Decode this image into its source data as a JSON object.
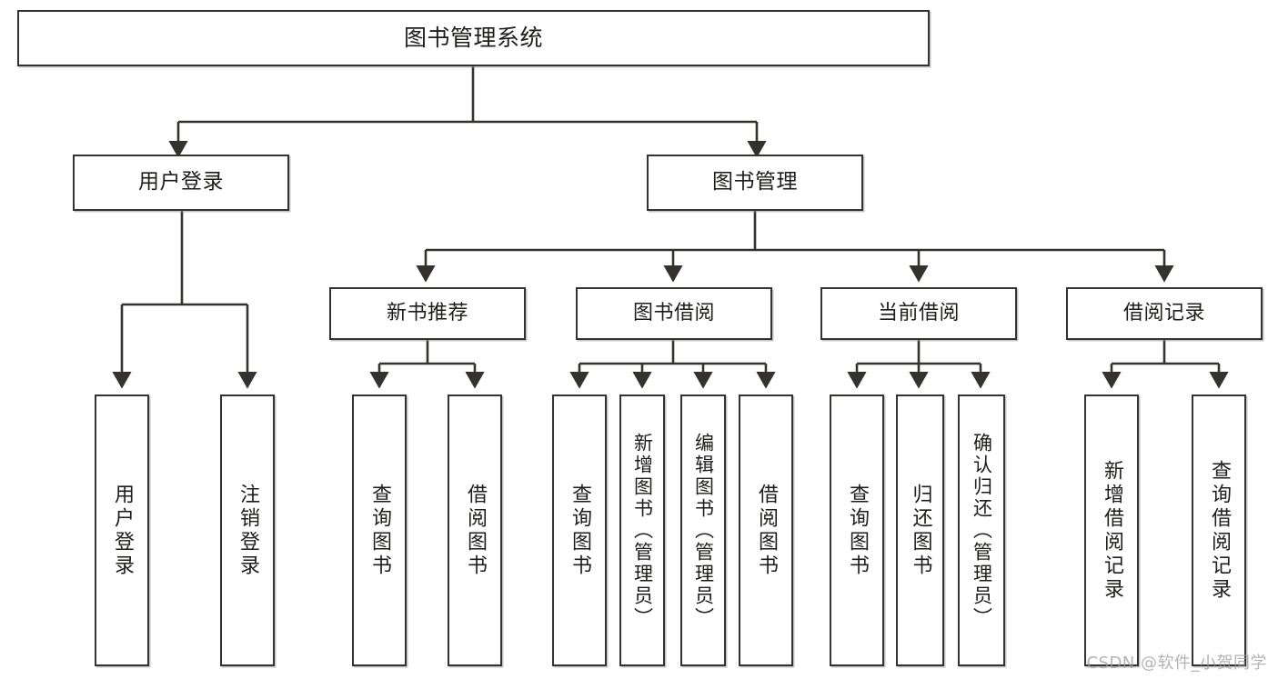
{
  "diagram": {
    "type": "tree",
    "title": "图书管理系统",
    "orientation": "top-down",
    "line_color": "#33322f",
    "box_fill": "#ffffff",
    "text_color": "#1d1d1b",
    "root": {
      "label": "图书管理系统"
    },
    "level2": [
      {
        "label": "用户登录"
      },
      {
        "label": "图书管理"
      }
    ],
    "level3": [
      {
        "label": "新书推荐"
      },
      {
        "label": "图书借阅"
      },
      {
        "label": "当前借阅"
      },
      {
        "label": "借阅记录"
      }
    ],
    "leaves": {
      "user_login": [
        {
          "label": "用户登录"
        },
        {
          "label": "注销登录"
        }
      ],
      "new_book_recommend": [
        {
          "label": "查询图书"
        },
        {
          "label": "借阅图书"
        }
      ],
      "book_borrow": [
        {
          "label": "查询图书"
        },
        {
          "label": "新增图书（管理员）"
        },
        {
          "label": "编辑图书（管理员）"
        },
        {
          "label": "借阅图书"
        }
      ],
      "current_borrow": [
        {
          "label": "查询图书"
        },
        {
          "label": "归还图书"
        },
        {
          "label": "确认归还（管理员）"
        }
      ],
      "borrow_record": [
        {
          "label": "新增借阅记录"
        },
        {
          "label": "查询借阅记录"
        }
      ]
    }
  },
  "watermark": {
    "text": "CSDN @软件_小贺同学"
  }
}
